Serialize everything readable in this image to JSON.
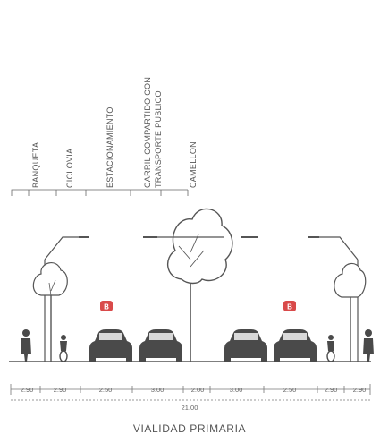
{
  "zone_labels": {
    "banqueta": "BANQUETA",
    "ciclovia": "CICLOVIA",
    "estacionamiento": "ESTACIONAMIENTO",
    "carril_line1": "CARRIL COMPARTIDO CON",
    "carril_line2": "TRANSPORTE PUBLICO",
    "camellon": "CAMELLON"
  },
  "dimensions": {
    "left_sidewalk": "2.90",
    "left_bike": "2.90",
    "left_parking": "2.50",
    "left_lane": "3.00",
    "median": "2.00",
    "right_lane": "3.00",
    "right_parking": "2.50",
    "right_bike": "2.90",
    "right_sidewalk": "2.90",
    "total": "21.00"
  },
  "bus_sign_left": "B",
  "bus_sign_right": "B",
  "title": "VIALIDAD PRIMARIA",
  "colors": {
    "line": "#555555",
    "bus_sign": "#d94a4a",
    "vehicle": "#4a4a4a",
    "tree": "#ffffff"
  }
}
